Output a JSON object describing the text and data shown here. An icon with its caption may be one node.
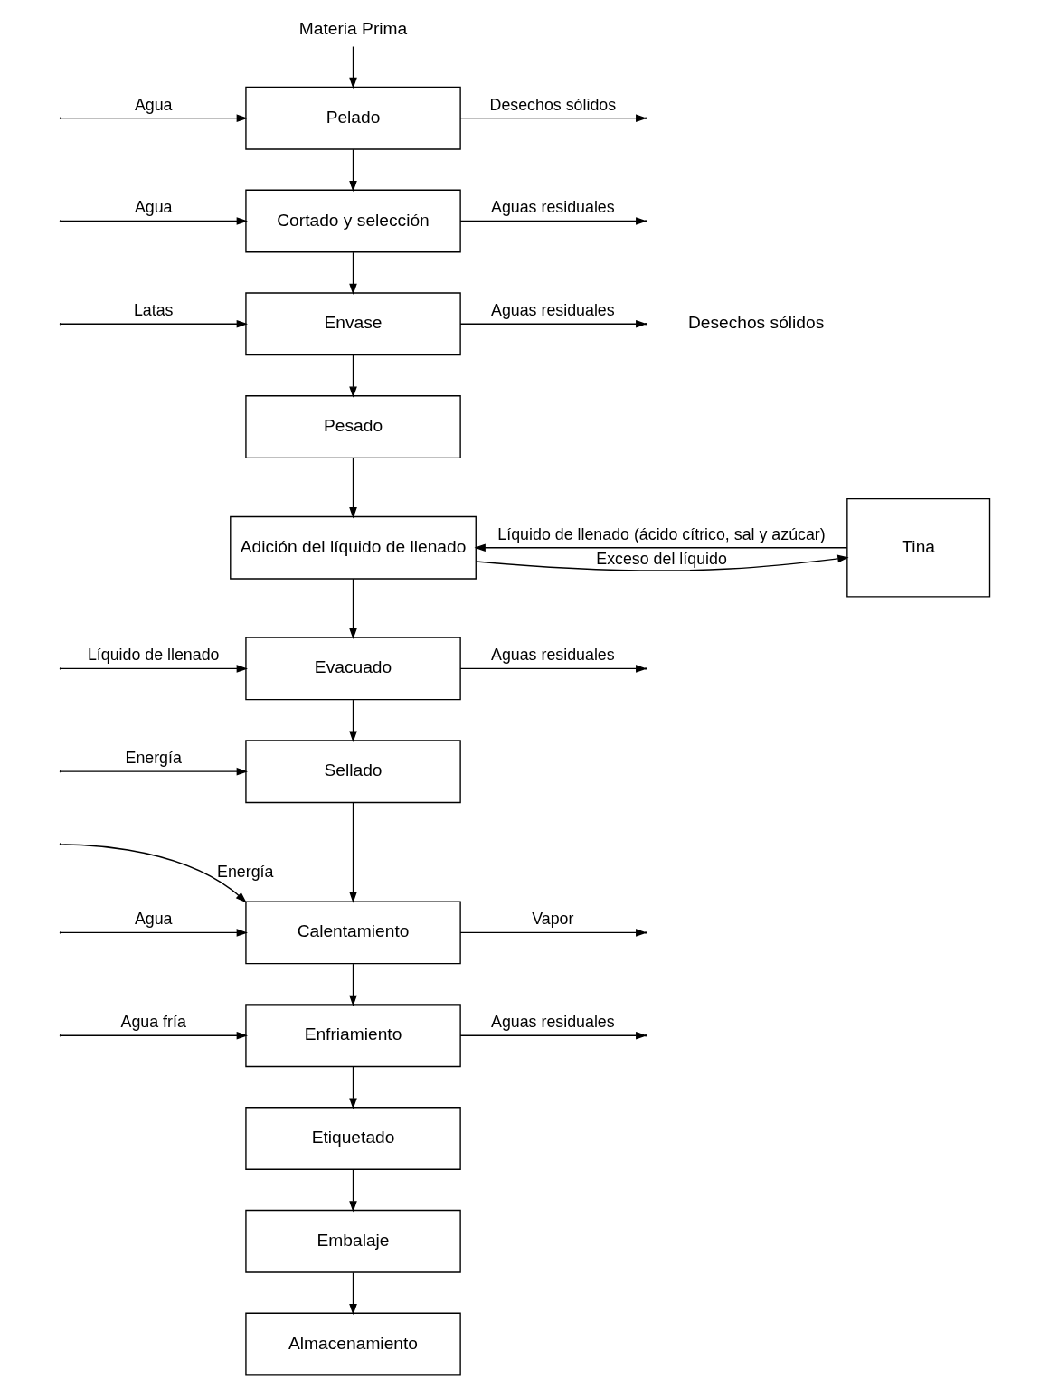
{
  "diagram": {
    "nodes": [
      {
        "text": [
          "Materia Prima"
        ]
      },
      {
        "text": [
          "Pelado"
        ]
      },
      {
        "text": [
          "Cortado y selección"
        ]
      },
      {
        "text": [
          "Envase"
        ]
      },
      {
        "text": [
          "Pesado"
        ]
      },
      {
        "text": [
          "Tina"
        ]
      },
      {
        "text": [
          "Adición del líquido de llenado"
        ]
      },
      {
        "text": [
          "Evacuado"
        ]
      },
      {
        "text": [
          "Sellado"
        ]
      },
      {
        "text": [
          "Calentamiento"
        ]
      },
      {
        "text": [
          "Enfriamiento"
        ]
      },
      {
        "text": [
          "Etiquetado"
        ]
      },
      {
        "text": [
          "Embalaje"
        ]
      },
      {
        "text": [
          "Almacenamiento"
        ]
      }
    ],
    "edges": [
      {
        "from": 0,
        "to": 1,
        "arrow": "to"
      },
      {
        "from": null,
        "to": 1,
        "arrow": "to",
        "label": "Agua"
      },
      {
        "from": 1,
        "to": null,
        "arrow": "to",
        "label": "Desechos sólidos"
      },
      {
        "from": 1,
        "to": 2,
        "arrow": "to"
      },
      {
        "from": null,
        "to": 2,
        "arrow": "to",
        "label": "Agua"
      },
      {
        "from": 2,
        "to": null,
        "arrow": "to",
        "label": "Aguas residuales"
      },
      {
        "from": 2,
        "to": 3,
        "arrow": "to"
      },
      {
        "from": null,
        "to": 3,
        "arrow": "to",
        "label": "Latas"
      },
      {
        "from": 3,
        "to": null,
        "arrow": "to",
        "label": "Aguas residuales"
      },
      {
        "from": 3,
        "to": 4,
        "arrow": "to"
      },
      {
        "from": 4,
        "to": 6,
        "arrow": "to"
      },
      {
        "from": 5,
        "to": 6,
        "arrow": "to",
        "label": "Líquido de llenado (ácido cítrico, sal y azúcar)"
      },
      {
        "from": 6,
        "to": 5,
        "arrow": "to",
        "label": "Exceso del líquido"
      },
      {
        "from": 6,
        "to": 7,
        "arrow": "to"
      },
      {
        "from": null,
        "to": 7,
        "arrow": "to",
        "label": "Líquido de llenado"
      },
      {
        "from": 7,
        "to": null,
        "arrow": "to",
        "label": "Aguas residuales"
      },
      {
        "from": 7,
        "to": 8,
        "arrow": "to"
      },
      {
        "from": null,
        "to": 8,
        "arrow": "to",
        "label": "Energía"
      },
      {
        "from": 8,
        "to": 9,
        "arrow": "to"
      },
      {
        "from": null,
        "to": 9,
        "arrow": "to",
        "label": "Energía"
      },
      {
        "from": null,
        "to": 9,
        "arrow": "to",
        "label": "Agua"
      },
      {
        "from": 9,
        "to": null,
        "arrow": "to",
        "label": "Vapor"
      },
      {
        "from": 9,
        "to": 10,
        "arrow": "to"
      },
      {
        "from": null,
        "to": 10,
        "arrow": "to",
        "label": "Agua fría"
      },
      {
        "from": 10,
        "to": null,
        "arrow": "to",
        "label": "Aguas residuales"
      },
      {
        "from": 10,
        "to": 11,
        "arrow": "to"
      },
      {
        "from": 11,
        "to": 12,
        "arrow": "to"
      },
      {
        "from": 12,
        "to": 13,
        "arrow": "to"
      }
    ],
    "labels": [
      "Desechos sólidos"
    ]
  }
}
